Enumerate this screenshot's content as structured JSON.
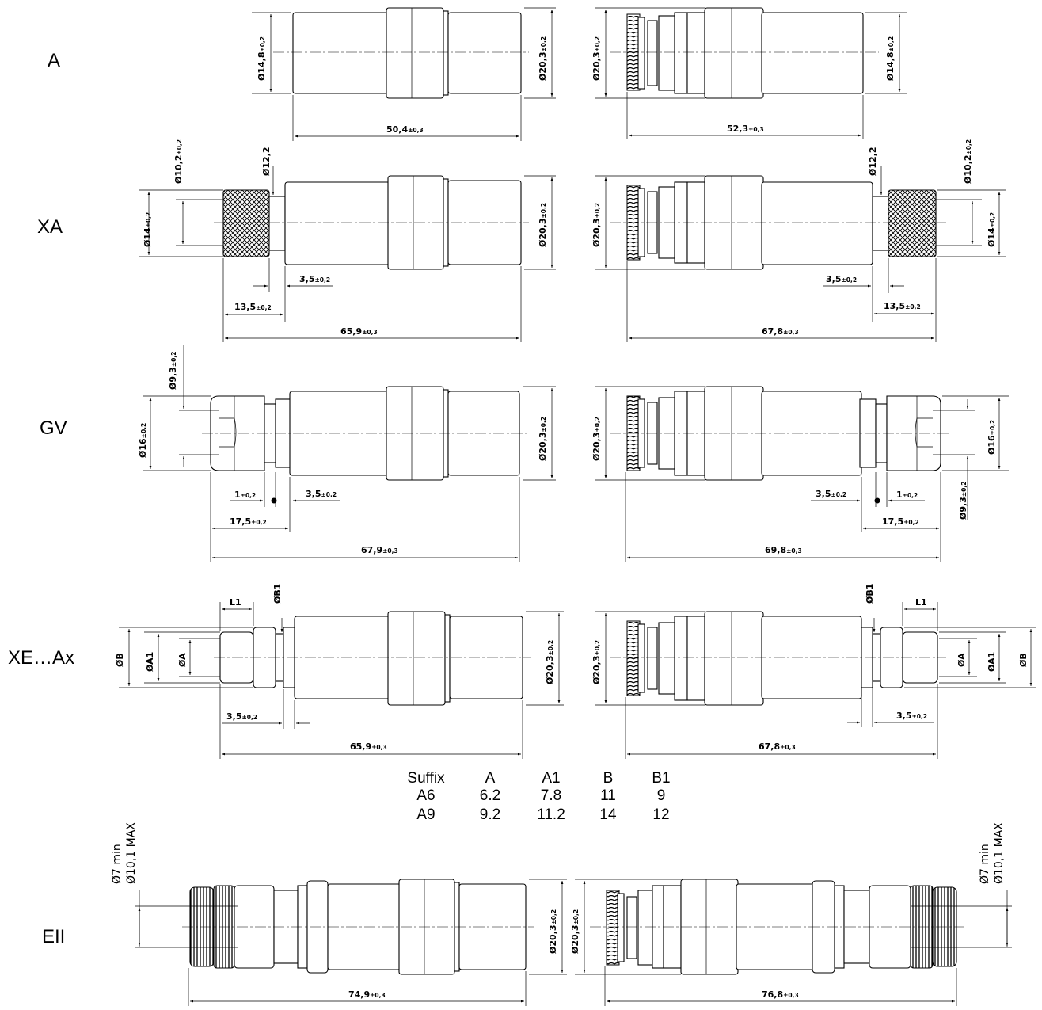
{
  "rows": [
    {
      "label": "A",
      "left": {
        "overall_dim": "50,4",
        "overall_tol": "±0,3",
        "dia_small": "Ø14,8",
        "dia_small_tol": "±0,2",
        "dia_body": "Ø20,3",
        "dia_body_tol": "±0,2"
      },
      "right": {
        "overall_dim": "52,3",
        "overall_tol": "±0,3",
        "dia_small": "Ø14,8",
        "dia_small_tol": "±0,2",
        "dia_body": "Ø20,3",
        "dia_body_tol": "±0,2"
      }
    },
    {
      "label": "XA",
      "left": {
        "overall_dim": "65,9",
        "overall_tol": "±0,3",
        "knurl_dim": "13,5",
        "knurl_tol": "±0,2",
        "gap_dim": "3,5",
        "gap_tol": "±0,2",
        "dia_outer": "Ø14",
        "dia_outer_tol": "±0,2",
        "dia_inner": "Ø10,2",
        "dia_inner_tol": "±0,2",
        "dia_neck": "Ø12,2",
        "dia_body": "Ø20,3",
        "dia_body_tol": "±0,2"
      },
      "right": {
        "overall_dim": "67,8",
        "overall_tol": "±0,3",
        "knurl_dim": "13,5",
        "knurl_tol": "±0,2",
        "gap_dim": "3,5",
        "gap_tol": "±0,2",
        "dia_outer": "Ø14",
        "dia_outer_tol": "±0,2",
        "dia_inner": "Ø10,2",
        "dia_inner_tol": "±0,2",
        "dia_neck": "Ø12,2",
        "dia_body": "Ø20,3",
        "dia_body_tol": "±0,2"
      }
    },
    {
      "label": "GV",
      "left": {
        "overall_dim": "67,9",
        "overall_tol": "±0,3",
        "nut_dim": "17,5",
        "nut_tol": "±0,2",
        "gap_dim": "3,5",
        "gap_tol": "±0,2",
        "ring_dim": "1",
        "ring_tol": "±0,2",
        "dia_outer": "Ø16",
        "dia_outer_tol": "±0,2",
        "dia_inner": "Ø9,3",
        "dia_inner_tol": "±0,2",
        "dia_body": "Ø20,3",
        "dia_body_tol": "±0,2"
      },
      "right": {
        "overall_dim": "69,8",
        "overall_tol": "±0,3",
        "nut_dim": "17,5",
        "nut_tol": "±0,2",
        "gap_dim": "3,5",
        "gap_tol": "±0,2",
        "ring_dim": "1",
        "ring_tol": "±0,2",
        "dia_outer": "Ø16",
        "dia_outer_tol": "±0,2",
        "dia_inner": "Ø9,3",
        "dia_inner_tol": "±0,2",
        "dia_body": "Ø20,3",
        "dia_body_tol": "±0,2"
      }
    },
    {
      "label": "XE…Ax",
      "left": {
        "overall_dim": "65,9",
        "overall_tol": "±0,3",
        "gap_dim": "3,5",
        "gap_tol": "±0,2",
        "l1": "L1",
        "dia_b": "ØB",
        "dia_a1": "ØA1",
        "dia_a": "ØA",
        "dia_b1": "ØB1",
        "dia_body": "Ø20,3",
        "dia_body_tol": "±0,2"
      },
      "right": {
        "overall_dim": "67,8",
        "overall_tol": "±0,3",
        "gap_dim": "3,5",
        "gap_tol": "±0,2",
        "l1": "L1",
        "dia_b": "ØB",
        "dia_a1": "ØA1",
        "dia_a": "ØA",
        "dia_b1": "ØB1",
        "dia_body": "Ø20,3",
        "dia_body_tol": "±0,2"
      }
    },
    {
      "label": "EII",
      "left": {
        "overall_dim": "74,9",
        "overall_tol": "±0,3",
        "cable_min": "Ø7 min",
        "cable_max": "Ø10,1 MAX",
        "dia_body": "Ø20,3",
        "dia_body_tol": "±0,2"
      },
      "right": {
        "overall_dim": "76,8",
        "overall_tol": "±0,3",
        "cable_min": "Ø7 min",
        "cable_max": "Ø10,1 MAX",
        "dia_body": "Ø20,3",
        "dia_body_tol": "±0,2"
      }
    }
  ],
  "suffix_table": {
    "headers": [
      "Suffix",
      "A",
      "A1",
      "B",
      "B1"
    ],
    "rows": [
      [
        "A6",
        "6.2",
        "7.8",
        "11",
        "9"
      ],
      [
        "A9",
        "9.2",
        "11.2",
        "14",
        "12"
      ]
    ]
  }
}
